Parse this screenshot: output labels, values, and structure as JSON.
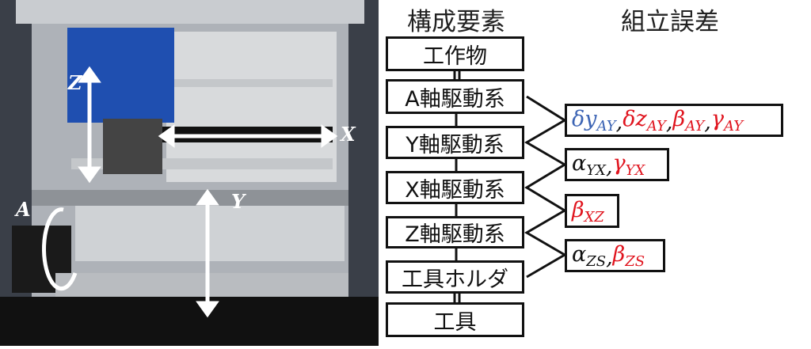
{
  "headers": {
    "components": "構成要素",
    "errors": "組立誤差"
  },
  "components": [
    "工作物",
    "A軸駆動系",
    "Y軸駆動系",
    "X軸駆動系",
    "Z軸駆動系",
    "工具ホルダ",
    "工具"
  ],
  "errors": [
    [
      {
        "sym": "δy",
        "sub": "AY",
        "color": "b"
      },
      {
        "sym": "δz",
        "sub": "AY",
        "color": "r"
      },
      {
        "sym": "β",
        "sub": "AY",
        "color": "r"
      },
      {
        "sym": "γ",
        "sub": "AY",
        "color": "r"
      }
    ],
    [
      {
        "sym": "α",
        "sub": "YX",
        "color": "k"
      },
      {
        "sym": "γ",
        "sub": "YX",
        "color": "r"
      }
    ],
    [
      {
        "sym": "β",
        "sub": "XZ",
        "color": "r"
      }
    ],
    [
      {
        "sym": "α",
        "sub": "ZS",
        "color": "k"
      },
      {
        "sym": "β",
        "sub": "ZS",
        "color": "r"
      }
    ]
  ],
  "photo_labels": {
    "z": "Z",
    "x": "X",
    "y": "Y",
    "a": "A"
  },
  "colors": {
    "blue": "#3c64b4",
    "red": "#e0141e"
  }
}
